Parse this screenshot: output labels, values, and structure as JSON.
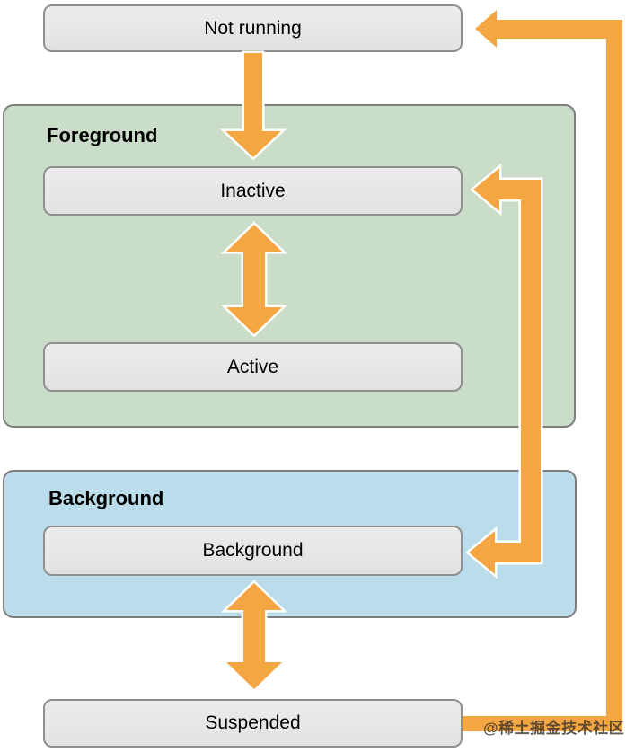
{
  "colors": {
    "arrow_orange": "#F4A642",
    "panel_green": "#C9DDC9",
    "panel_blue": "#BBDCEA",
    "node_fill": "#E8E8E8",
    "node_border": "#8F8F8F",
    "panel_border": "#7D7D7D",
    "text": "#000000"
  },
  "panels": [
    {
      "id": "foreground",
      "label": "Foreground"
    },
    {
      "id": "background",
      "label": "Background"
    }
  ],
  "nodes": [
    {
      "id": "not-running",
      "label": "Not running"
    },
    {
      "id": "inactive",
      "label": "Inactive"
    },
    {
      "id": "active",
      "label": "Active"
    },
    {
      "id": "background",
      "label": "Background"
    },
    {
      "id": "suspended",
      "label": "Suspended"
    }
  ],
  "arrows": [
    {
      "name": "arrow-not-running-to-inactive",
      "direction": "not running -> inactive"
    },
    {
      "name": "arrow-inactive-active-bidirectional",
      "direction": "inactive <-> active"
    },
    {
      "name": "arrow-inactive-background-elbow",
      "direction": "inactive <-> background"
    },
    {
      "name": "arrow-background-suspended-bidirectional",
      "direction": "background <-> suspended"
    },
    {
      "name": "arrow-suspended-to-not-running-loop",
      "direction": "suspended -> not running"
    }
  ],
  "watermark": {
    "text": "@稀土掘金技术社区"
  }
}
